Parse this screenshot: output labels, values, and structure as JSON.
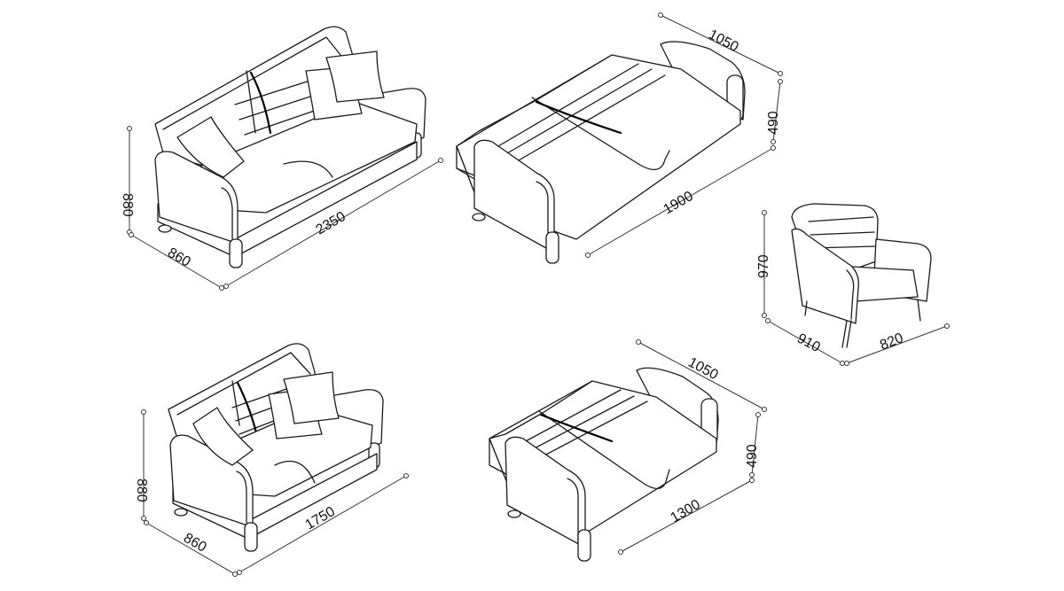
{
  "colors": {
    "line": "#1a1a1a",
    "background": "#ffffff"
  },
  "figures": {
    "three_seat_sofa": {
      "width": "2350",
      "depth": "860",
      "height": "880"
    },
    "three_seat_bed": {
      "bed_length": "1900",
      "bed_width": "1050",
      "seat_height": "490"
    },
    "armchair": {
      "height": "970",
      "depth": "910",
      "width": "820"
    },
    "two_seat_sofa": {
      "width": "1750",
      "depth": "860",
      "height": "880"
    },
    "two_seat_bed": {
      "bed_length": "1300",
      "bed_width": "1050",
      "seat_height": "490"
    }
  }
}
